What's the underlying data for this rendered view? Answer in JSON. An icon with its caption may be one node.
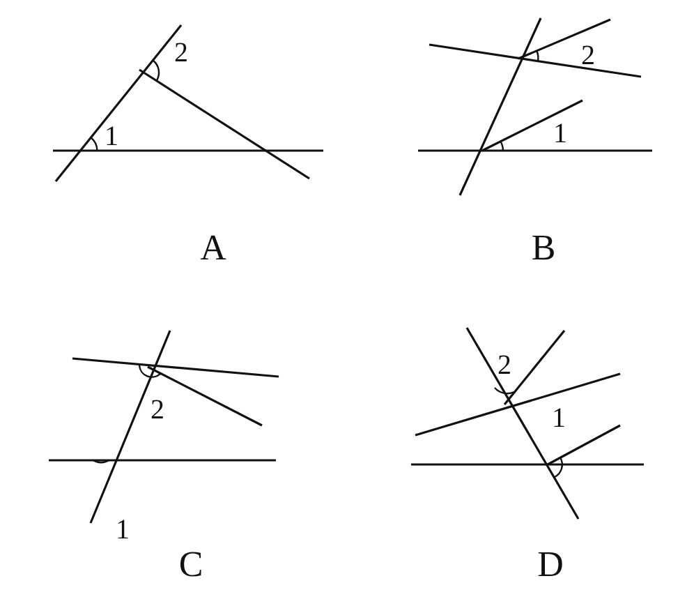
{
  "diagram": {
    "labels": [
      "2",
      "1",
      "A",
      "2",
      "1",
      "B",
      "2",
      "1",
      "C",
      "2",
      "1",
      "D"
    ]
  }
}
